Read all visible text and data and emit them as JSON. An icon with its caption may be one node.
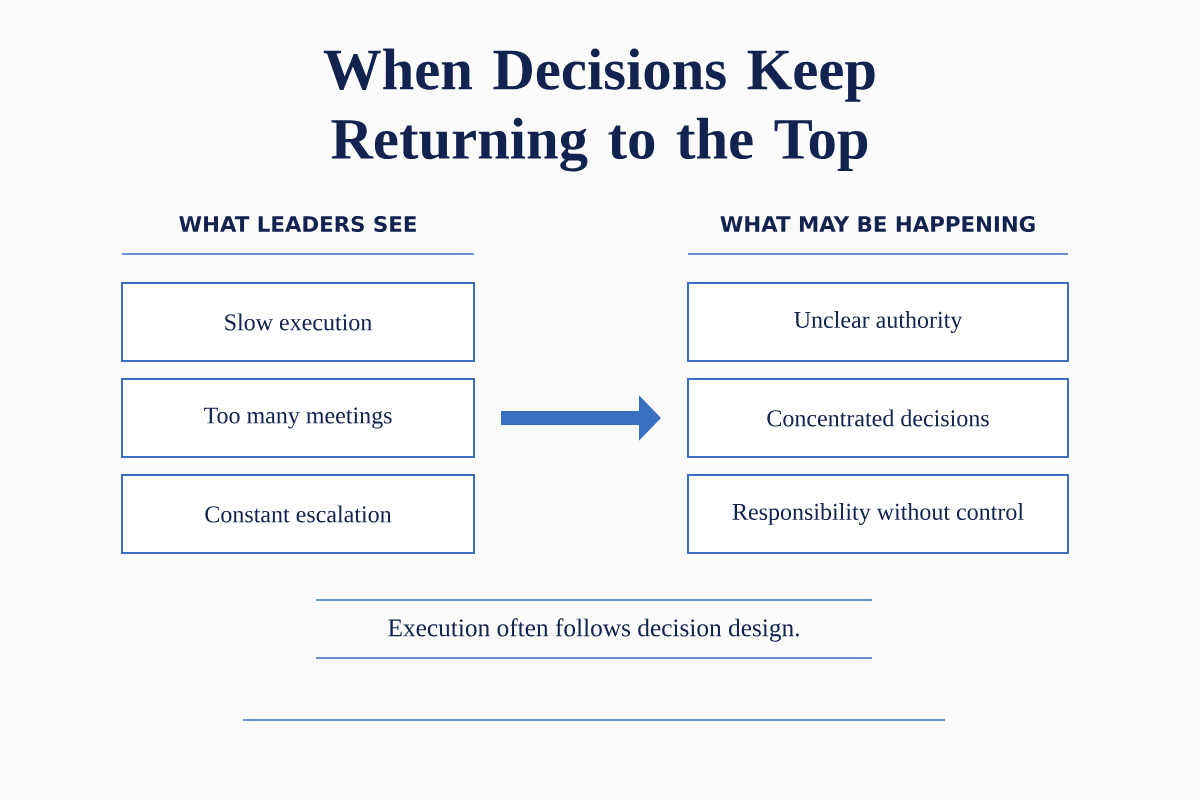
{
  "diagram": {
    "title": "When Decisions Keep Returning to the Top",
    "nodes": [
      {
        "text": [
          "Slow execution"
        ]
      },
      {
        "text": [
          "Too many meetings"
        ]
      },
      {
        "text": [
          "Constant escalation"
        ]
      },
      {
        "text": [
          "Unclear authority"
        ]
      },
      {
        "text": [
          "Concentrated decisions"
        ]
      },
      {
        "text": [
          "Responsibility without control"
        ]
      }
    ],
    "edges": [
      {
        "from": 1,
        "to": 4,
        "arrow": "to"
      }
    ],
    "labels": [
      "WHAT LEADERS SEE",
      "WHAT MAY BE HAPPENING",
      "Execution often follows decision design."
    ]
  }
}
